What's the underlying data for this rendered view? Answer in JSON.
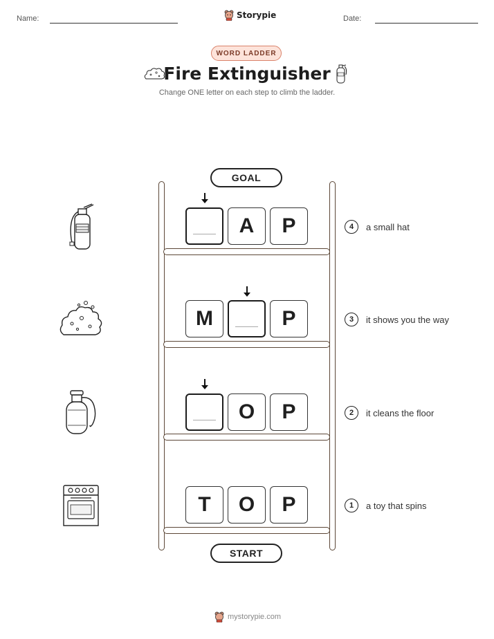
{
  "header": {
    "name_label": "Name:",
    "date_label": "Date:",
    "brand": "Storypie"
  },
  "badge": "WORD LADDER",
  "title": "Fire Extinguisher",
  "subtitle": "Change ONE letter on each step to climb the ladder.",
  "goal_label": "GOAL",
  "start_label": "START",
  "steps": [
    {
      "number": "4",
      "clue": "a small hat",
      "letters": [
        "",
        "A",
        "P"
      ],
      "icon": "fire-extinguisher-icon"
    },
    {
      "number": "3",
      "clue": "it shows you the way",
      "letters": [
        "M",
        "",
        "P"
      ],
      "icon": "foam-cloud-icon"
    },
    {
      "number": "2",
      "clue": "it cleans the floor",
      "letters": [
        "",
        "O",
        "P"
      ],
      "icon": "gas-tank-icon"
    },
    {
      "number": "1",
      "clue": "a toy that spins",
      "letters": [
        "T",
        "O",
        "P"
      ],
      "icon": "stove-icon"
    }
  ],
  "footer": "mystorypie.com",
  "colors": {
    "ladder": "#5b4636",
    "badge_bg": "#fde3da",
    "badge_border": "#d9826a"
  }
}
